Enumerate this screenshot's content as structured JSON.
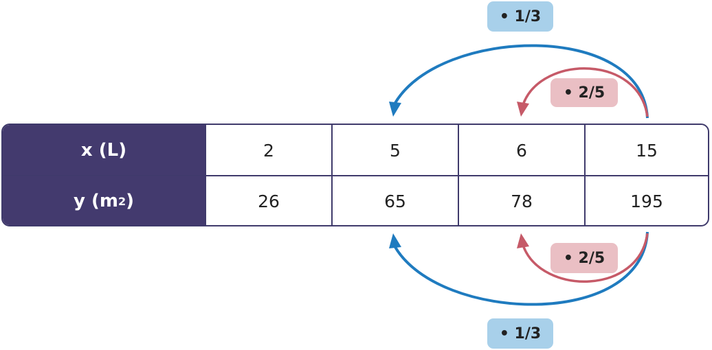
{
  "table": {
    "header_x": "x (L)",
    "header_y_base": "y (m",
    "header_y_sup": "2",
    "header_y_end": ")",
    "x_values": [
      "2",
      "5",
      "6",
      "15"
    ],
    "y_values": [
      "26",
      "65",
      "78",
      "195"
    ]
  },
  "annotations": {
    "top_outer": "• 1/3",
    "top_inner": "• 2/5",
    "bottom_inner": "• 2/5",
    "bottom_outer": "• 1/3"
  },
  "colors": {
    "header_bg": "#433a6e",
    "blue_arrow": "#1f7bbf",
    "red_arrow": "#c65a68",
    "blue_badge": "#a8d0ea",
    "pink_badge": "#eabfc4"
  }
}
